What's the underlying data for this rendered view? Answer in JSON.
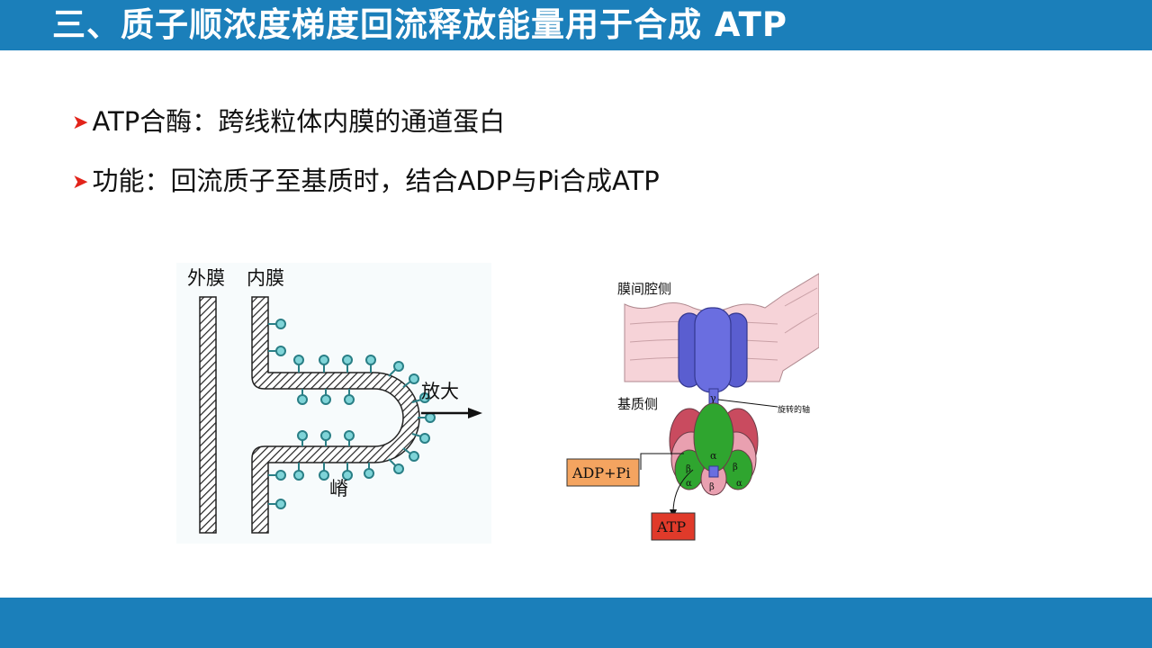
{
  "slide": {
    "title": "三、质子顺浓度梯度回流释放能量用于合成 ATP",
    "bullet_icon": "arrowhead-icon",
    "bullets": [
      "ATP合酶：跨线粒体内膜的通道蛋白",
      "功能：回流质子至基质时，结合ADP与Pi合成ATP"
    ]
  },
  "figure_left": {
    "outer_membrane": "外膜",
    "inner_membrane": "内膜",
    "zoom_label": "放大",
    "crista_label": "嵴"
  },
  "figure_right": {
    "intermembrane_side": "膜间腔侧",
    "matrix_side": "基质侧",
    "rotating_shaft": "旋转的轴",
    "gamma": "γ",
    "alpha": "α",
    "beta": "β",
    "substrate": "ADP+Pi",
    "product": "ATP"
  },
  "colors": {
    "header": "#1b7fba",
    "bullet_arrow": "#e2231a",
    "head_cyan": "#7fd4d8",
    "membrane_pink": "#f6d3d8",
    "channel_blue": "#5a5ed0",
    "subunit_green": "#2fa52f",
    "subunit_pink": "#e9a0b0",
    "substrate_box": "#f4a460",
    "product_box": "#e03a2a"
  }
}
